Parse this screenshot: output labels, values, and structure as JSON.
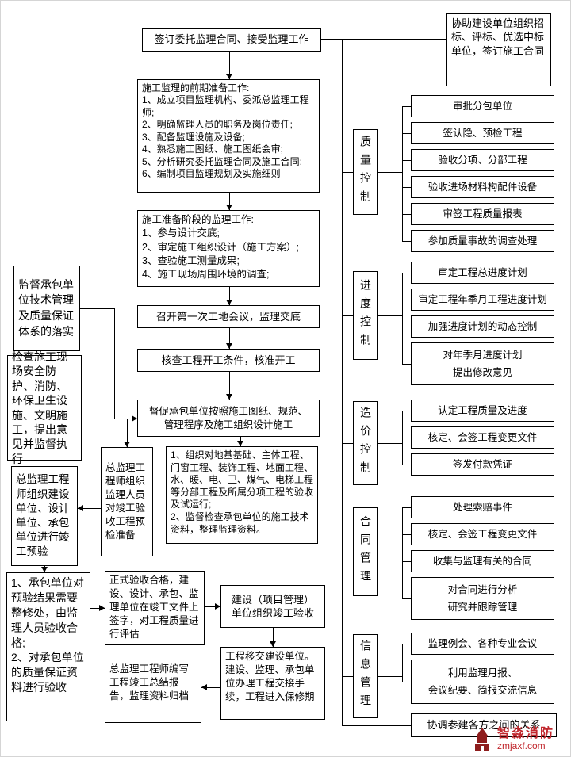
{
  "main_flow": {
    "sign_contract": "签订委托监理合同、接受监理工作",
    "assist_bidding": "协助建设单位组织招标、评标、优选中标单位，签订施工合同",
    "early_prep": "施工监理的前期准备工作:\n1、成立项目监理机构、委派总监理工程师;\n2、明确监理人员的职务及岗位责任;\n3、配备监理设施及设备;\n4、熟悉施工图纸、施工图纸会审;\n5、分析研究委托监理合同及施工合同;\n6、编制项目监理规划及实施细则",
    "construction_prep": "施工准备阶段的监理工作:\n1、参与设计交底;\n2、审定施工组织设计（施工方案）;\n3、查验施工测量成果;\n4、施工现场周围环境的调查;",
    "first_meeting": "召开第一次工地会议，监理交底",
    "check_start": "核查工程开工条件，核准开工",
    "supervise": "督促承包单位按照施工图纸、规范、\n管理程序及施工组织设计施工",
    "acceptance": "1、组织对地基基础、主体工程、门窗工程、装饰工程、地面工程、水、暖、电、卫、煤气、电梯工程等分部工程及所属分项工程的验收及试运行;\n2、监督检查承包单位的施工技术资料，整理监理资料。"
  },
  "left_flow": {
    "quality_system": "监督承包单位技术管理及质量保证体系的落实",
    "site_check": "检查施工现场安全防护、消防、环保卫生设施、文明施工，提出意见并监督执行",
    "pre_check_prep": "总监理工程师组织监理人员对竣工验收工程预检准备",
    "pre_acceptance_org": "总监理工程师组织建设单位、设计单位、承包单位进行竣工预验",
    "repair_check": "1、承包单位对预验结果需要整修处，由监理人员验收合格;\n2、对承包单位的质量保证资料进行验收",
    "formal_acceptance": "正式验收合格，建设、设计、承包、监理单位在竣工文件上签字，对工程质量进行评估",
    "owner_acceptance": "建设（项目管理）\n单位组织竣工验收",
    "handover": "工程移交建设单位。建设、监理、承包单位办理工程交接手续，工程进入保修期",
    "final_report": "总监理工程师编写工程竣工总结报告，监理资料归档"
  },
  "control_groups": [
    {
      "label": "质量控制",
      "items": [
        "审批分包单位",
        "签认隐、预检工程",
        "验收分项、分部工程",
        "验收进场材料构配件设备",
        "审签工程质量报表",
        "参加质量事故的调查处理"
      ]
    },
    {
      "label": "进度控制",
      "items": [
        "审定工程总进度计划",
        "审定工程年季月工程进度计划",
        "加强进度计划的动态控制",
        "对年季月进度计划\n提出修改意见"
      ]
    },
    {
      "label": "造价控制",
      "items": [
        "认定工程质量及进度",
        "核定、会签工程变更文件",
        "签发付款凭证"
      ]
    },
    {
      "label": "合同管理",
      "items": [
        "处理索赔事件",
        "核定、会签工程变更文件",
        "收集与监理有关的合同",
        "对合同进行分析\n研究并跟踪管理"
      ]
    },
    {
      "label": "信息管理",
      "items": [
        "监理例会、各种专业会议",
        "利用监理月报、\n会议纪要、简报交流信息"
      ]
    }
  ],
  "coordination": "协调参建各方之间的关系",
  "watermark": {
    "brand": "智淼消防",
    "site": "zmjaxf.com"
  }
}
